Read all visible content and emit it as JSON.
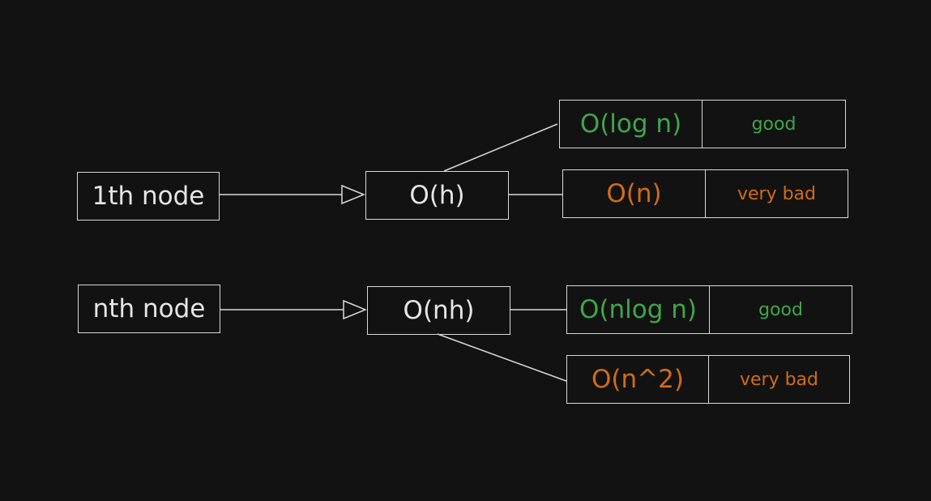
{
  "row1": {
    "source": "1th node",
    "middle": "O(h)",
    "outcomes": [
      {
        "complexity": "O(log n)",
        "rating": "good",
        "color": "#3fa64a"
      },
      {
        "complexity": "O(n)",
        "rating": "very bad",
        "color": "#d16d12"
      }
    ]
  },
  "row2": {
    "source": "nth node",
    "middle": "O(nh)",
    "outcomes": [
      {
        "complexity": "O(nlog n)",
        "rating": "good",
        "color": "#3fa64a"
      },
      {
        "complexity": "O(n^2)",
        "rating": "very bad",
        "color": "#d16d12"
      }
    ]
  }
}
